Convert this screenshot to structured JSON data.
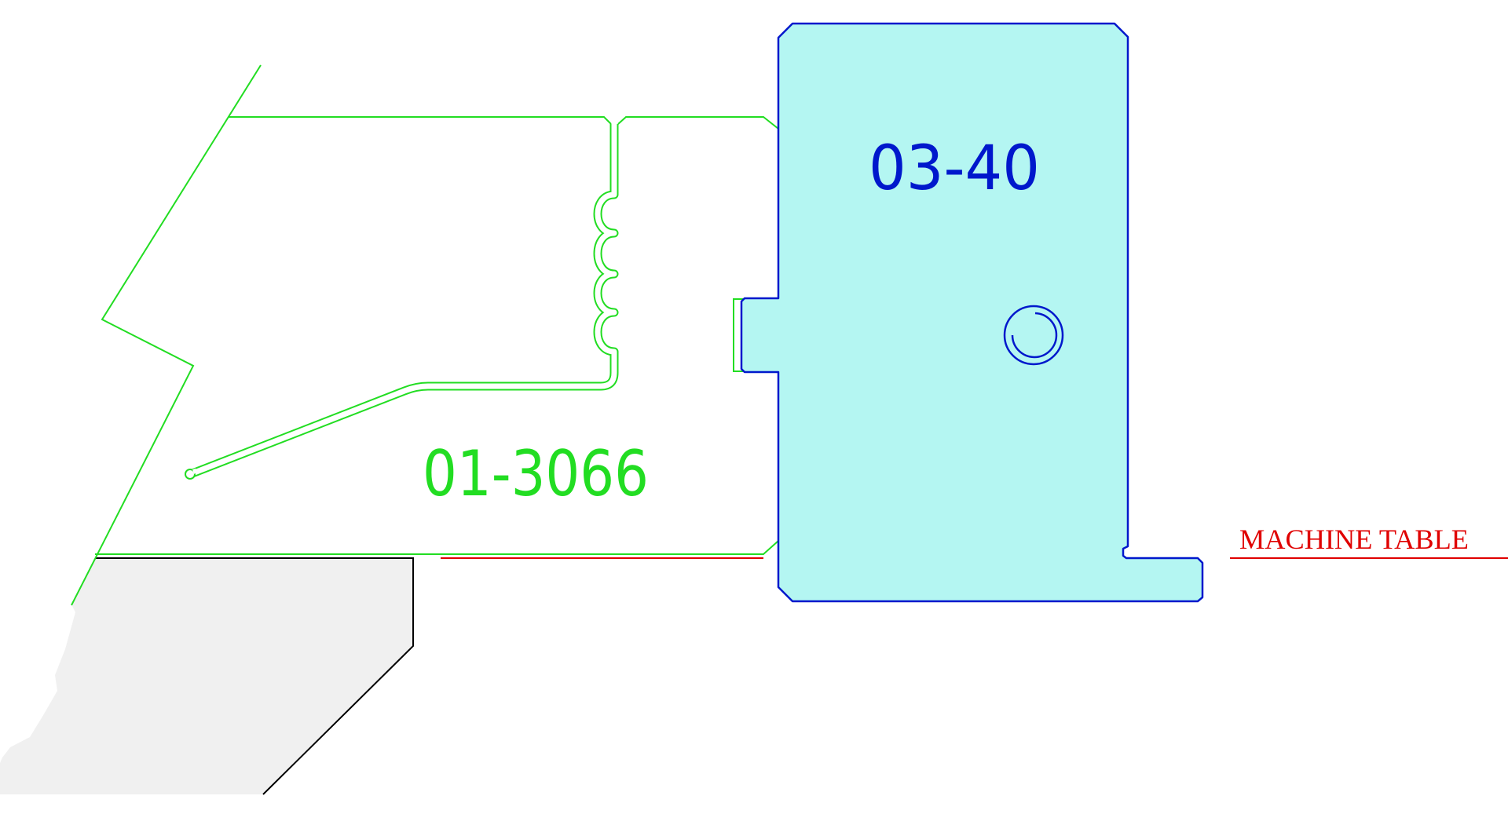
{
  "drawing": {
    "workpiece_label": "01-3066",
    "tool_label": "03-40",
    "reference_label": "MACHINE TABLE"
  },
  "colors": {
    "workpiece": "#22dd22",
    "tool_outline": "#0018cc",
    "tool_fill": "#b4f6f2",
    "reference": "#e00000",
    "fixture_fill": "#f0f0f0",
    "fixture_outline": "#000000"
  }
}
